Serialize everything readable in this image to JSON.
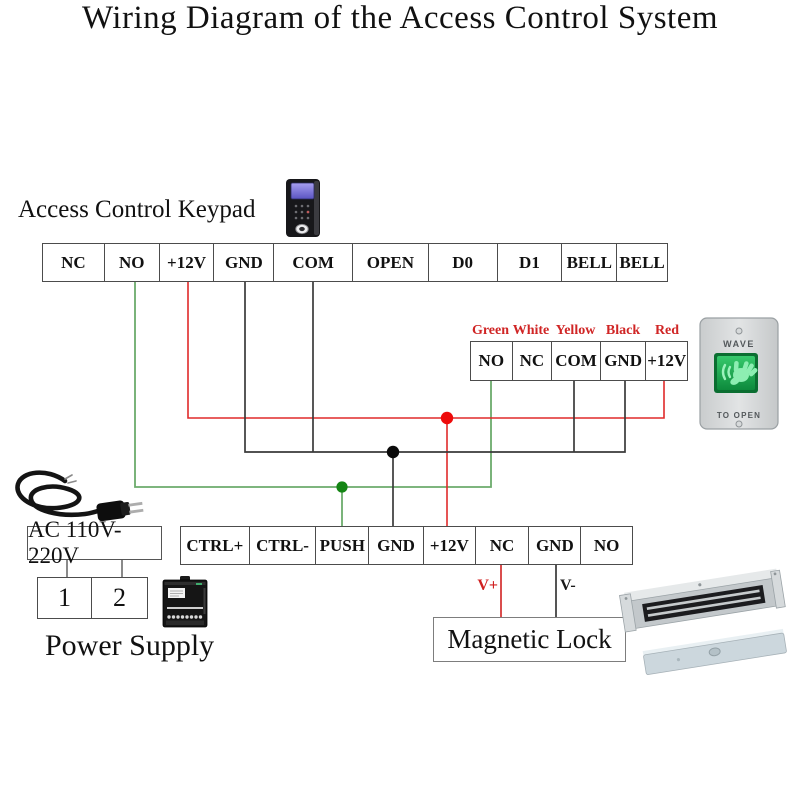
{
  "title": "Wiring Diagram of the Access Control System",
  "keypad": {
    "label": "Access Control Keypad",
    "icon": "access-keypad-device",
    "terminals": [
      "NC",
      "NO",
      "+12V",
      "GND",
      "COM",
      "OPEN",
      "D0",
      "D1",
      "BELL",
      "BELL"
    ]
  },
  "reader_strip": {
    "wire_colors": [
      "Green",
      "White",
      "Yellow",
      "Black",
      "Red"
    ],
    "terminals": [
      "NO",
      "NC",
      "COM",
      "GND",
      "+12V"
    ]
  },
  "exit_button": {
    "icon": "wave-to-open-button",
    "top_label": "WAVE",
    "bottom_label": "TO OPEN"
  },
  "controller_strip": {
    "terminals": [
      "CTRL+",
      "CTRL-",
      "PUSH",
      "GND",
      "+12V",
      "NC",
      "GND",
      "NO"
    ]
  },
  "power_supply": {
    "ac_label": "AC 110V-220V",
    "terminals": [
      "1",
      "2"
    ],
    "label": "Power Supply",
    "cord_icon": "power-cord-plug",
    "unit_icon": "power-supply-unit"
  },
  "magnetic_lock": {
    "label": "Magnetic Lock",
    "v_plus": "V+",
    "v_minus": "V-",
    "icon": "magnetic-lock-device"
  },
  "colors": {
    "wire_green": "#6cab6c",
    "wire_red": "#e02a2a",
    "wire_black": "#3a3a3a",
    "dot_green": "#148514",
    "dot_red": "#ee0a0a",
    "dot_black": "#0a0a0a",
    "wire_label_red": "#d02525"
  }
}
